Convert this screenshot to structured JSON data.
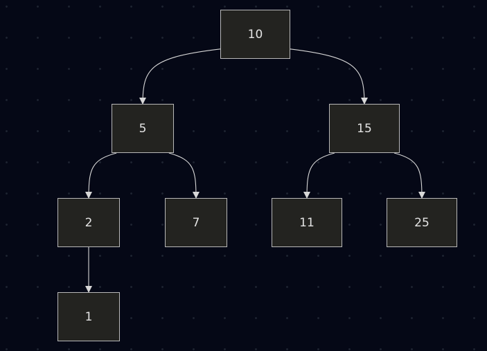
{
  "diagram": {
    "type": "binary-tree",
    "colors": {
      "background": "#050816",
      "grid_dot": "#1d2330",
      "node_fill": "#232320",
      "node_border": "#b9b9b9",
      "edge": "#d8d8d8",
      "text": "#e4e4e4"
    },
    "nodes": {
      "n10": "10",
      "n5": "5",
      "n15": "15",
      "n2": "2",
      "n7": "7",
      "n11": "11",
      "n25": "25",
      "n1": "1"
    },
    "edges": [
      [
        "n10",
        "n5"
      ],
      [
        "n10",
        "n15"
      ],
      [
        "n5",
        "n2"
      ],
      [
        "n5",
        "n7"
      ],
      [
        "n15",
        "n11"
      ],
      [
        "n15",
        "n25"
      ],
      [
        "n2",
        "n1"
      ]
    ]
  }
}
